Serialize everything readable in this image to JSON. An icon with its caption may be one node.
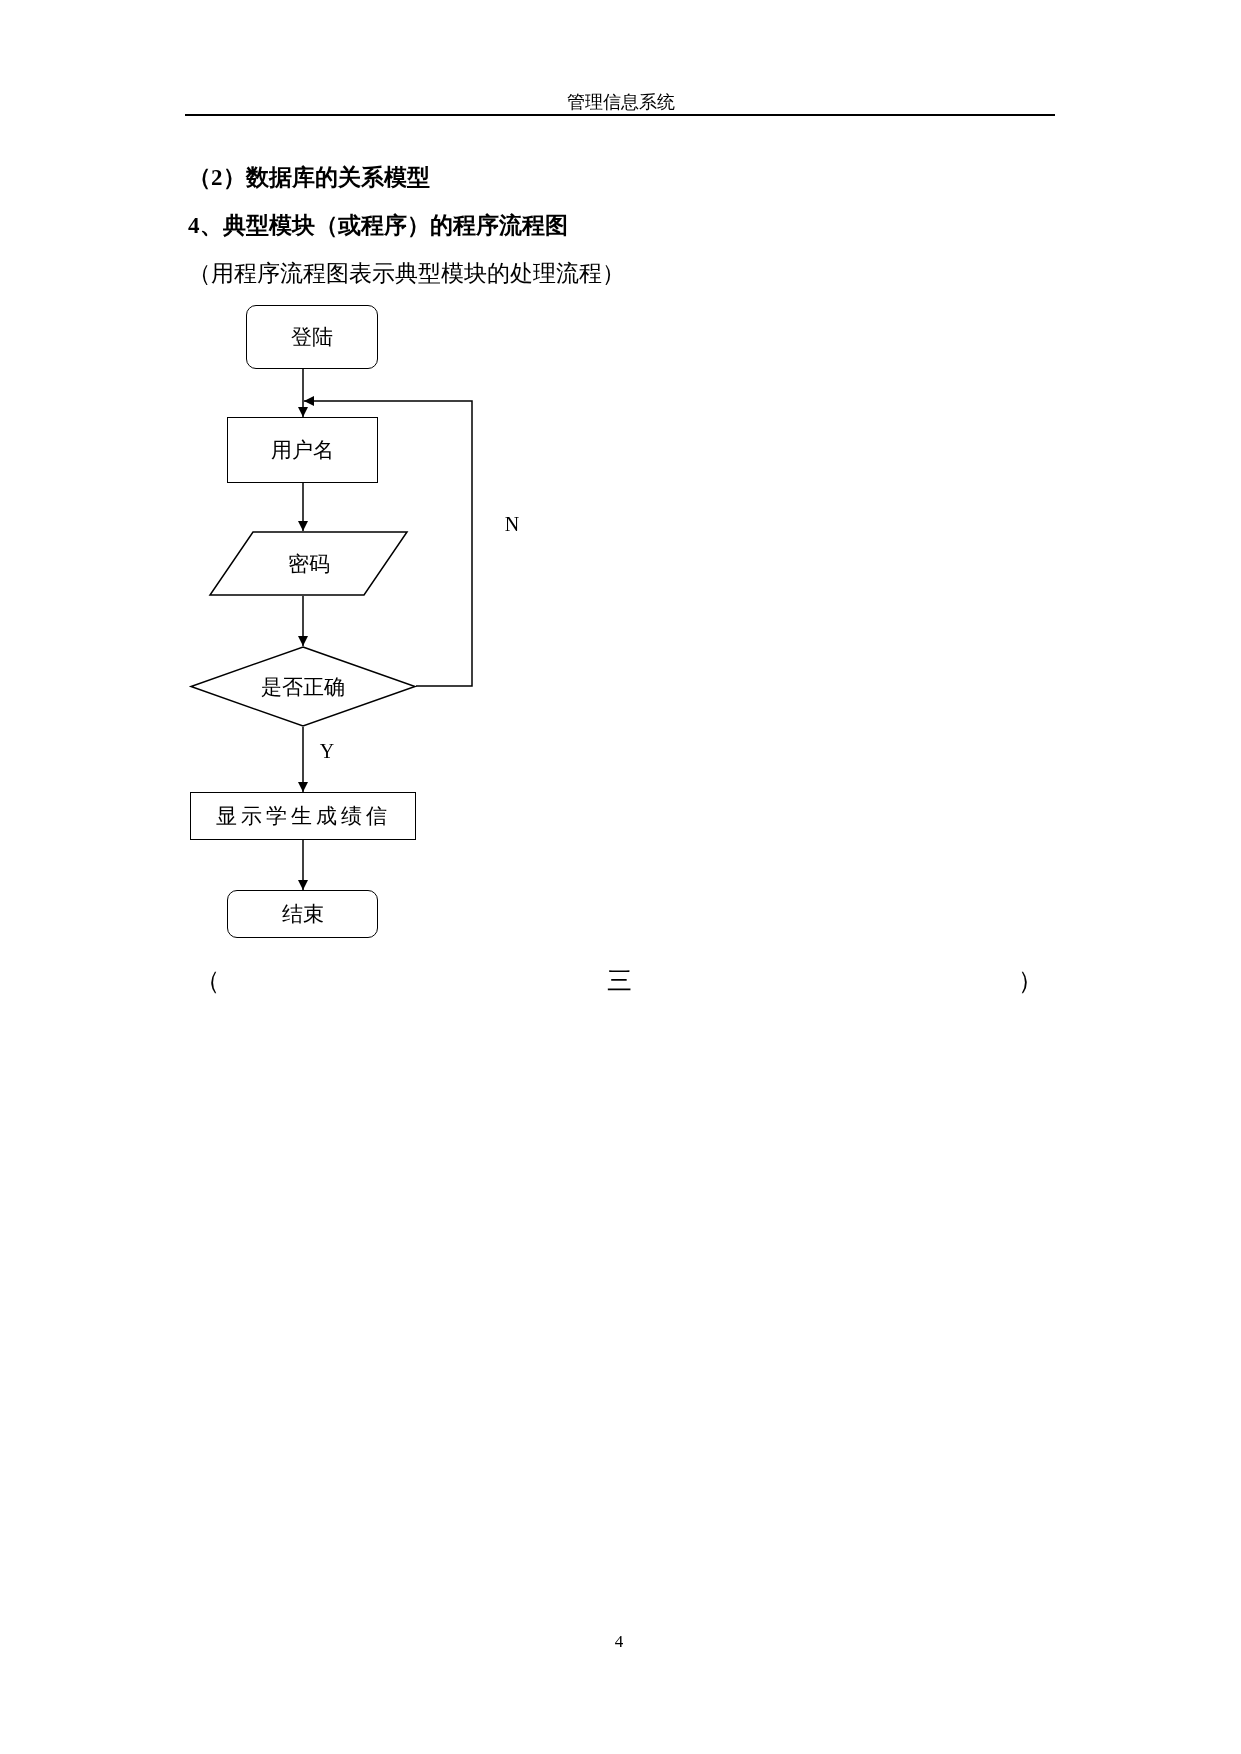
{
  "diagram": {
    "title": "4、典型模块（或程序）的程序流程图",
    "nodes": [
      {
        "text": [
          "登陆"
        ]
      },
      {
        "text": [
          "用户名"
        ]
      },
      {
        "text": [
          "密码"
        ]
      },
      {
        "text": [
          "是否正确"
        ]
      },
      {
        "text": [
          "显示学生成绩信"
        ]
      },
      {
        "text": [
          "结束"
        ]
      }
    ],
    "edges": [
      {
        "from": 0,
        "to": 1,
        "arrow": "to"
      },
      {
        "from": 1,
        "to": 2,
        "arrow": "to"
      },
      {
        "from": 2,
        "to": 3,
        "arrow": "to"
      },
      {
        "from": 3,
        "to": 4,
        "arrow": "to",
        "label": "Y"
      },
      {
        "from": 4,
        "to": 5,
        "arrow": "to"
      },
      {
        "from": 3,
        "to": 1,
        "arrow": "to",
        "label": "N"
      }
    ],
    "labels": [
      "管理信息系统",
      "（2）数据库的关系模型",
      "（用程序流程图表示典型模块的处理流程）",
      "（",
      "三",
      "）",
      "4"
    ]
  }
}
